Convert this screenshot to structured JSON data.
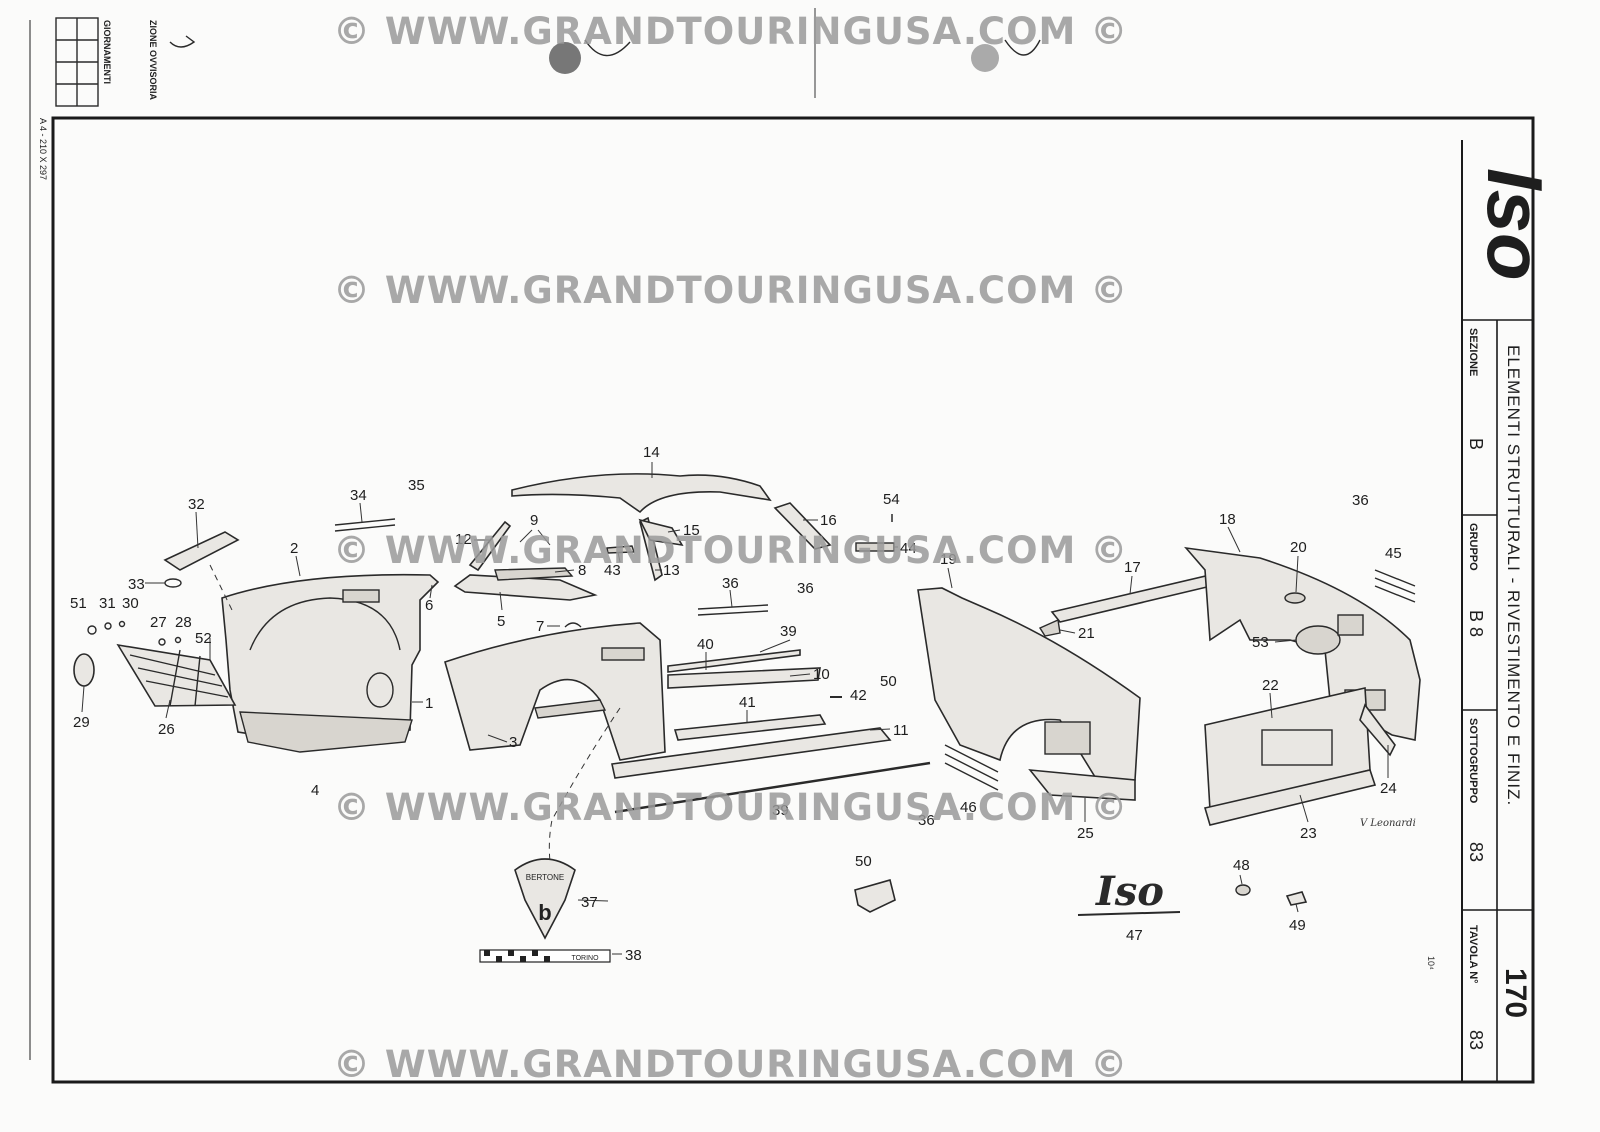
{
  "watermark": "©  WWW.GRANDTOURINGUSA.COM ©",
  "margin_texts": {
    "corrections_header": "GIORNAMENTI",
    "edition_label": "ZIONE\nOVVISORIA",
    "paper_size": "A 4 - 210 X 297"
  },
  "title_block": {
    "logo_text": "Iso",
    "title": "ELEMENTI STRUTTURALI - RIVESTIMENTO E FINIZ.",
    "sezione_label": "SEZIONE",
    "sezione_value": "B",
    "gruppo_label": "GRUPPO",
    "gruppo_value": "B 8",
    "sottogruppo_label": "SOTTOGRUPPO",
    "sottogruppo_value": "83",
    "tavola_label": "TAVOLA N°",
    "tavola_value": "83",
    "page_number": "170"
  },
  "small_marks": {
    "signature": "V Leonardi",
    "code": "10⁴"
  },
  "emblems": {
    "bertone": "BERTONE",
    "torino_strip": "TORINO",
    "iso_script": "Iso"
  },
  "callouts": [
    "1",
    "2",
    "3",
    "4",
    "5",
    "6",
    "7",
    "8",
    "9",
    "10",
    "11",
    "12",
    "13",
    "14",
    "15",
    "16",
    "17",
    "18",
    "19",
    "20",
    "21",
    "22",
    "23",
    "24",
    "25",
    "26",
    "27",
    "28",
    "29",
    "30",
    "31",
    "32",
    "33",
    "34",
    "35",
    "36",
    "36",
    "36",
    "36",
    "37",
    "38",
    "39",
    "39",
    "40",
    "41",
    "42",
    "43",
    "44",
    "45",
    "46",
    "47",
    "48",
    "49",
    "50",
    "50",
    "51",
    "52",
    "53",
    "54"
  ]
}
